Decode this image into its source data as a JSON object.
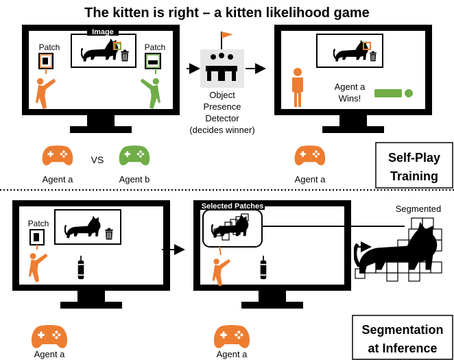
{
  "title": "The kitten is right – a kitten likelihood game",
  "labels": {
    "image": "Image",
    "patch": "Patch",
    "vs": "VS",
    "agent_a": "Agent a",
    "agent_b": "Agent b",
    "detector_line1": "Object",
    "detector_line2": "Presence",
    "detector_line3": "Detector",
    "detector_line4": "(decides winner)",
    "wins_line1": "Agent a",
    "wins_line2": "Wins!",
    "selected_patches": "Selected Patches",
    "segmented": "Segmented"
  },
  "boxes": {
    "selfplay_line1": "Self-Play",
    "selfplay_line2": "Training",
    "seg_line1": "Segmentation",
    "seg_line2": "at Inference"
  },
  "colors": {
    "monitor": "#000000",
    "agent_a": "#ED7D31",
    "agent_b": "#70AD47",
    "flag": "#ED7D31",
    "detector_bg": "#E7E7E7"
  },
  "icons": [
    "monitor-icon",
    "cat-icon",
    "trash-icon",
    "fighter-icon",
    "gamepad-icon",
    "judge-panel-icon",
    "punching-bag-icon",
    "person-icon",
    "arrow-icon"
  ]
}
